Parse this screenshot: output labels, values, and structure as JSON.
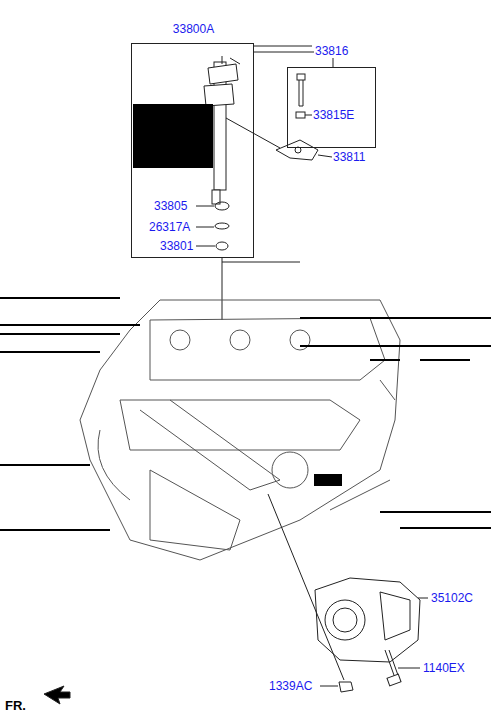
{
  "diagram": {
    "nodes": [
      {
        "text": [
          "33800A"
        ]
      },
      {
        "text": [
          "33816"
        ]
      }
    ],
    "labels": [
      "33815E",
      "33811",
      "33805",
      "26317A",
      "33801",
      "35102C",
      "1140EX",
      "1339AC",
      "FR."
    ]
  }
}
